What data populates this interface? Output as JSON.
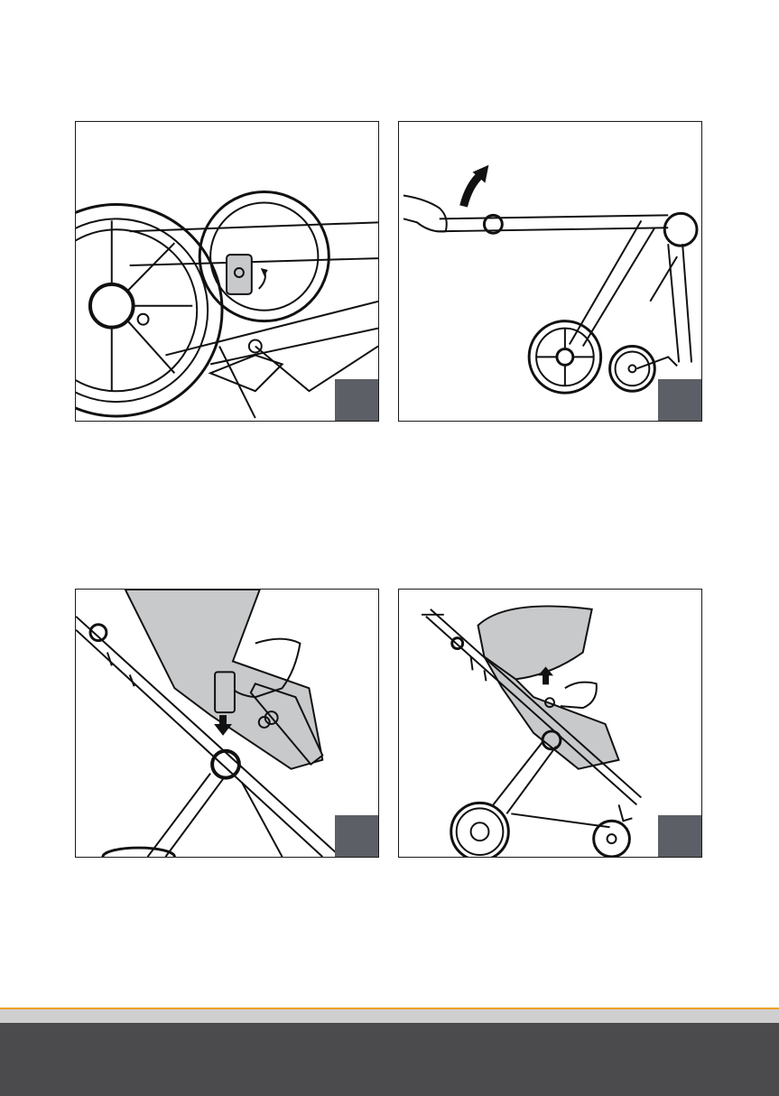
{
  "panels": [
    {
      "id": "p1",
      "step": "",
      "illustration": "wheel-lock-release"
    },
    {
      "id": "p2",
      "step": "",
      "illustration": "fold-frame-lift-handle"
    },
    {
      "id": "p3",
      "step": "",
      "illustration": "seat-attach-press-down"
    },
    {
      "id": "p4",
      "step": "",
      "illustration": "seat-release-lift-up"
    }
  ],
  "colors": {
    "step_box": "#5c5f66",
    "fabric": "#c8c9cb",
    "footer_accent": "#f0a020",
    "footer_light": "#cfcfd0",
    "footer_dark": "#4b4b4d"
  }
}
